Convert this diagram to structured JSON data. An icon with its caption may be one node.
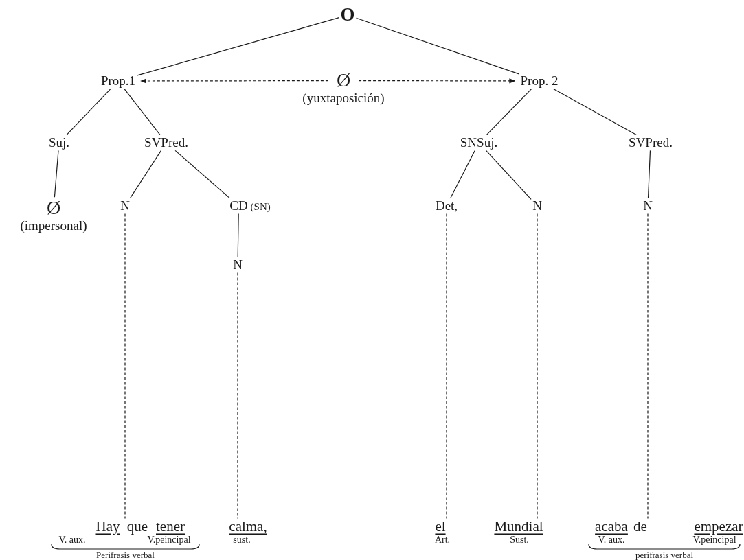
{
  "diagram": {
    "nodes": [
      {
        "text": [
          "O"
        ]
      },
      {
        "text": [
          "Prop.1"
        ]
      },
      {
        "text": [
          "Ø",
          "(yuxtaposición)"
        ]
      },
      {
        "text": [
          "Prop. 2"
        ]
      },
      {
        "text": [
          "Suj."
        ]
      },
      {
        "text": [
          "SVPred."
        ]
      },
      {
        "text": [
          "SNSuj."
        ]
      },
      {
        "text": [
          "SVPred."
        ]
      },
      {
        "text": [
          "Ø",
          "(impersonal)"
        ]
      },
      {
        "text": [
          "N"
        ]
      },
      {
        "text": [
          "CD",
          "(SN)"
        ]
      },
      {
        "text": [
          "Det,"
        ]
      },
      {
        "text": [
          "N"
        ]
      },
      {
        "text": [
          "N"
        ]
      },
      {
        "text": [
          "N"
        ]
      },
      {
        "text": [
          "Hay"
        ],
        "beside": [
          "V. aux."
        ]
      },
      {
        "text": [
          "que"
        ]
      },
      {
        "text": [
          "tener"
        ],
        "beside": [
          "V.peincipal"
        ]
      },
      {
        "text": [
          "calma,"
        ],
        "beside": [
          "sust."
        ]
      },
      {
        "text": [
          "el"
        ],
        "beside": [
          "Art."
        ]
      },
      {
        "text": [
          "Mundial"
        ],
        "beside": [
          "Sust."
        ]
      },
      {
        "text": [
          "acaba"
        ],
        "beside": [
          "V. aux."
        ]
      },
      {
        "text": [
          "de"
        ]
      },
      {
        "text": [
          "empezar"
        ],
        "beside": [
          "V.peincipal"
        ]
      }
    ],
    "edges": [
      {
        "from": 0,
        "to": 1,
        "arrow": "none"
      },
      {
        "from": 0,
        "to": 3,
        "arrow": "none"
      },
      {
        "from": 2,
        "to": 1,
        "arrow": "to",
        "style": "dashed"
      },
      {
        "from": 2,
        "to": 3,
        "arrow": "to",
        "style": "dashed"
      },
      {
        "from": 1,
        "to": 4,
        "arrow": "none"
      },
      {
        "from": 1,
        "to": 5,
        "arrow": "none"
      },
      {
        "from": 3,
        "to": 6,
        "arrow": "none"
      },
      {
        "from": 3,
        "to": 7,
        "arrow": "none"
      },
      {
        "from": 4,
        "to": 8,
        "arrow": "none"
      },
      {
        "from": 5,
        "to": 9,
        "arrow": "none"
      },
      {
        "from": 5,
        "to": 10,
        "arrow": "none"
      },
      {
        "from": 6,
        "to": 11,
        "arrow": "none"
      },
      {
        "from": 6,
        "to": 12,
        "arrow": "none"
      },
      {
        "from": 7,
        "to": 13,
        "arrow": "none"
      },
      {
        "from": 10,
        "to": 14,
        "arrow": "none"
      },
      {
        "from": 9,
        "to": 16,
        "arrow": "none",
        "style": "dashed"
      },
      {
        "from": 14,
        "to": 18,
        "arrow": "none",
        "style": "dashed"
      },
      {
        "from": 11,
        "to": 19,
        "arrow": "none",
        "style": "dashed"
      },
      {
        "from": 12,
        "to": 20,
        "arrow": "none",
        "style": "dashed"
      },
      {
        "from": 13,
        "to": 22,
        "arrow": "none",
        "style": "dashed"
      }
    ],
    "labels": [
      "Perífrasis verbal",
      "perífrasis verbal"
    ]
  }
}
